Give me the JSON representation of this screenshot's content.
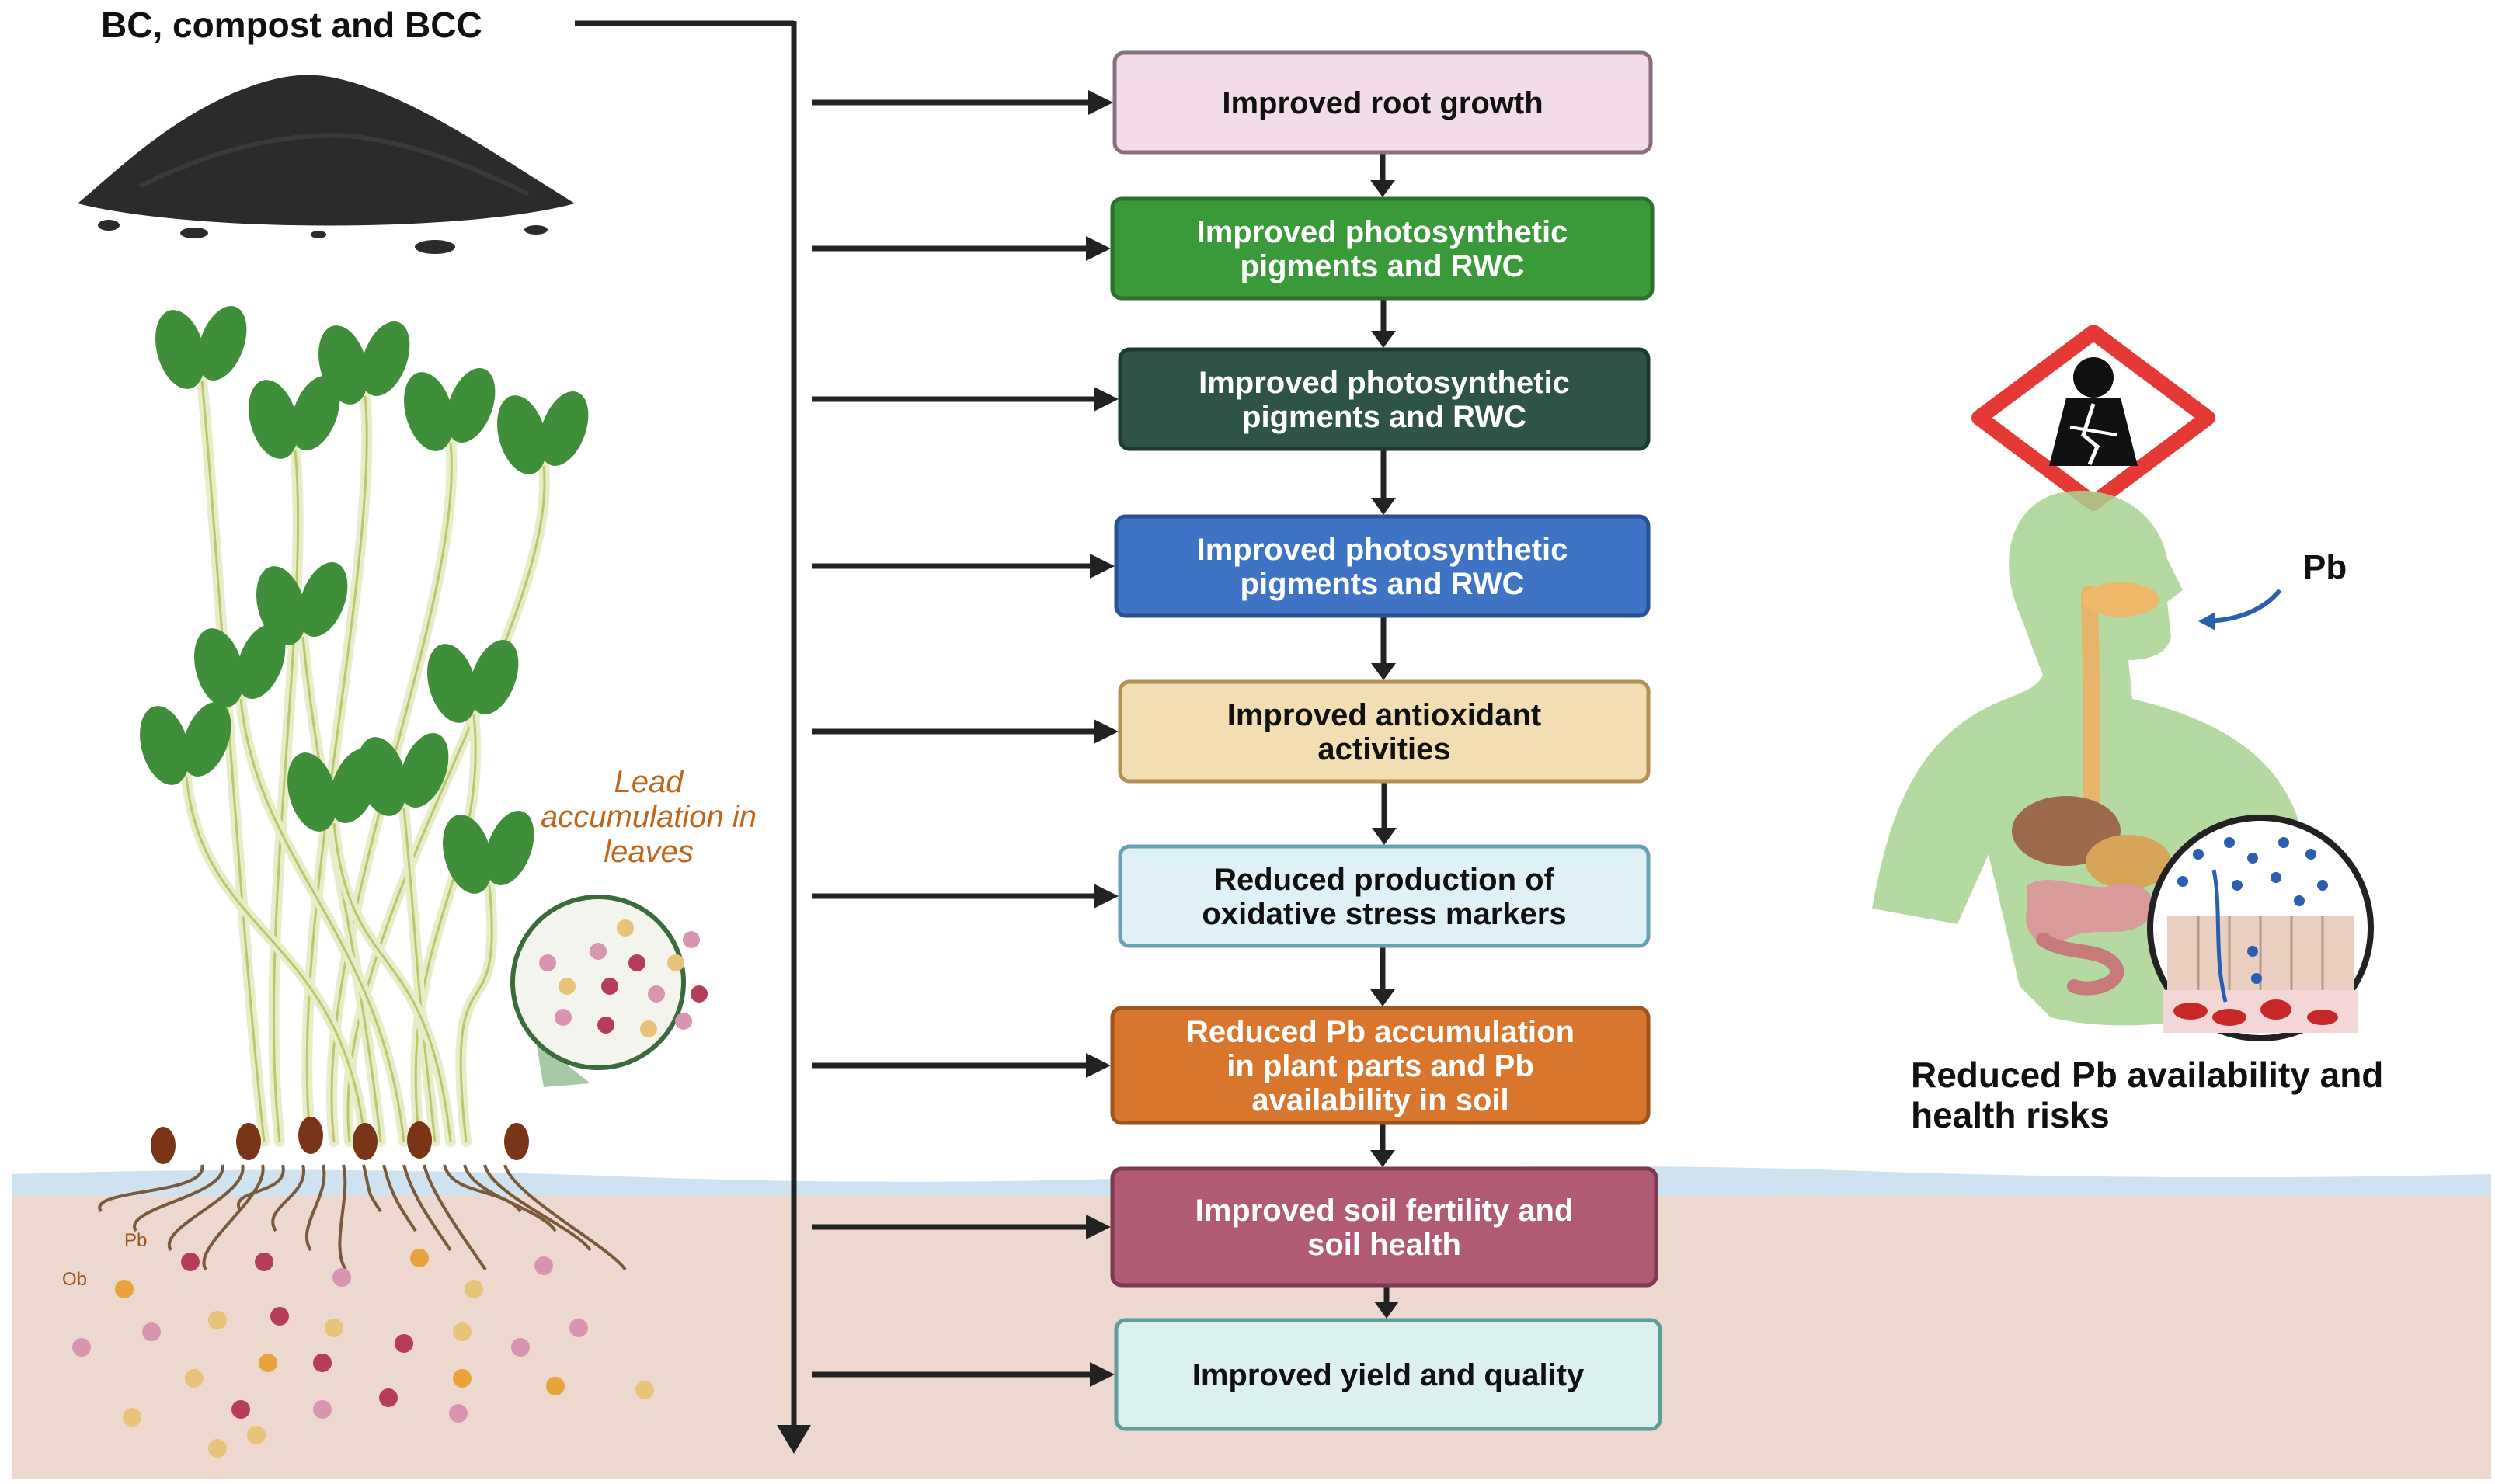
{
  "source_label": "BC, compost and BCC",
  "flow_steps": [
    {
      "lines": [
        "Improved root growth"
      ],
      "fill": "#f2dce8",
      "stroke": "#8a6f80",
      "text_color": "#111111"
    },
    {
      "lines": [
        "Improved photosynthetic",
        "pigments and RWC"
      ],
      "fill": "#3a9a3a",
      "stroke": "#2d6f2d",
      "text_color": "#ffffff"
    },
    {
      "lines": [
        "Improved photosynthetic",
        "pigments and RWC"
      ],
      "fill": "#2e5446",
      "stroke": "#1e3a30",
      "text_color": "#ffffff"
    },
    {
      "lines": [
        "Improved photosynthetic",
        "pigments and RWC"
      ],
      "fill": "#3f74c4",
      "stroke": "#2a5290",
      "text_color": "#ffffff"
    },
    {
      "lines": [
        "Improved antioxidant",
        "activities"
      ],
      "fill": "#f2deb2",
      "stroke": "#b39055",
      "text_color": "#111111"
    },
    {
      "lines": [
        "Reduced production of",
        "oxidative stress markers"
      ],
      "fill": "#dff0f6",
      "stroke": "#6aa0b4",
      "text_color": "#111111"
    },
    {
      "lines": [
        "Reduced Pb accumulation",
        "in plant parts and Pb",
        "availability in soil"
      ],
      "fill": "#d9762e",
      "stroke": "#a0541c",
      "text_color": "#ffffff"
    },
    {
      "lines": [
        "Improved soil fertility and",
        "soil health"
      ],
      "fill": "#b05a74",
      "stroke": "#7e3a50",
      "text_color": "#ffffff"
    },
    {
      "lines": [
        "Improved yield and quality"
      ],
      "fill": "#dcf0ee",
      "stroke": "#5f9e98",
      "text_color": "#111111"
    }
  ],
  "leaf_callout": [
    "Lead",
    "accumulation in",
    "leaves"
  ],
  "soil_labels": {
    "ob": "Ob",
    "pb": "Pb"
  },
  "pb_label": "Pb",
  "health_caption": [
    "Reduced Pb availability and",
    "health risks"
  ],
  "colors": {
    "soil": "#ecd8ce",
    "water": "#cfe2ef",
    "callout_text": "#c0651a",
    "hazard_red": "#e53935",
    "body_green": "#a8d490",
    "leaf_green": "#3f8f3a",
    "arrow": "#222222"
  },
  "icons": [
    "compost-heap-icon",
    "seedlings-icon",
    "hazard-sign-icon",
    "human-body-icon",
    "intestine-zoom-icon"
  ]
}
